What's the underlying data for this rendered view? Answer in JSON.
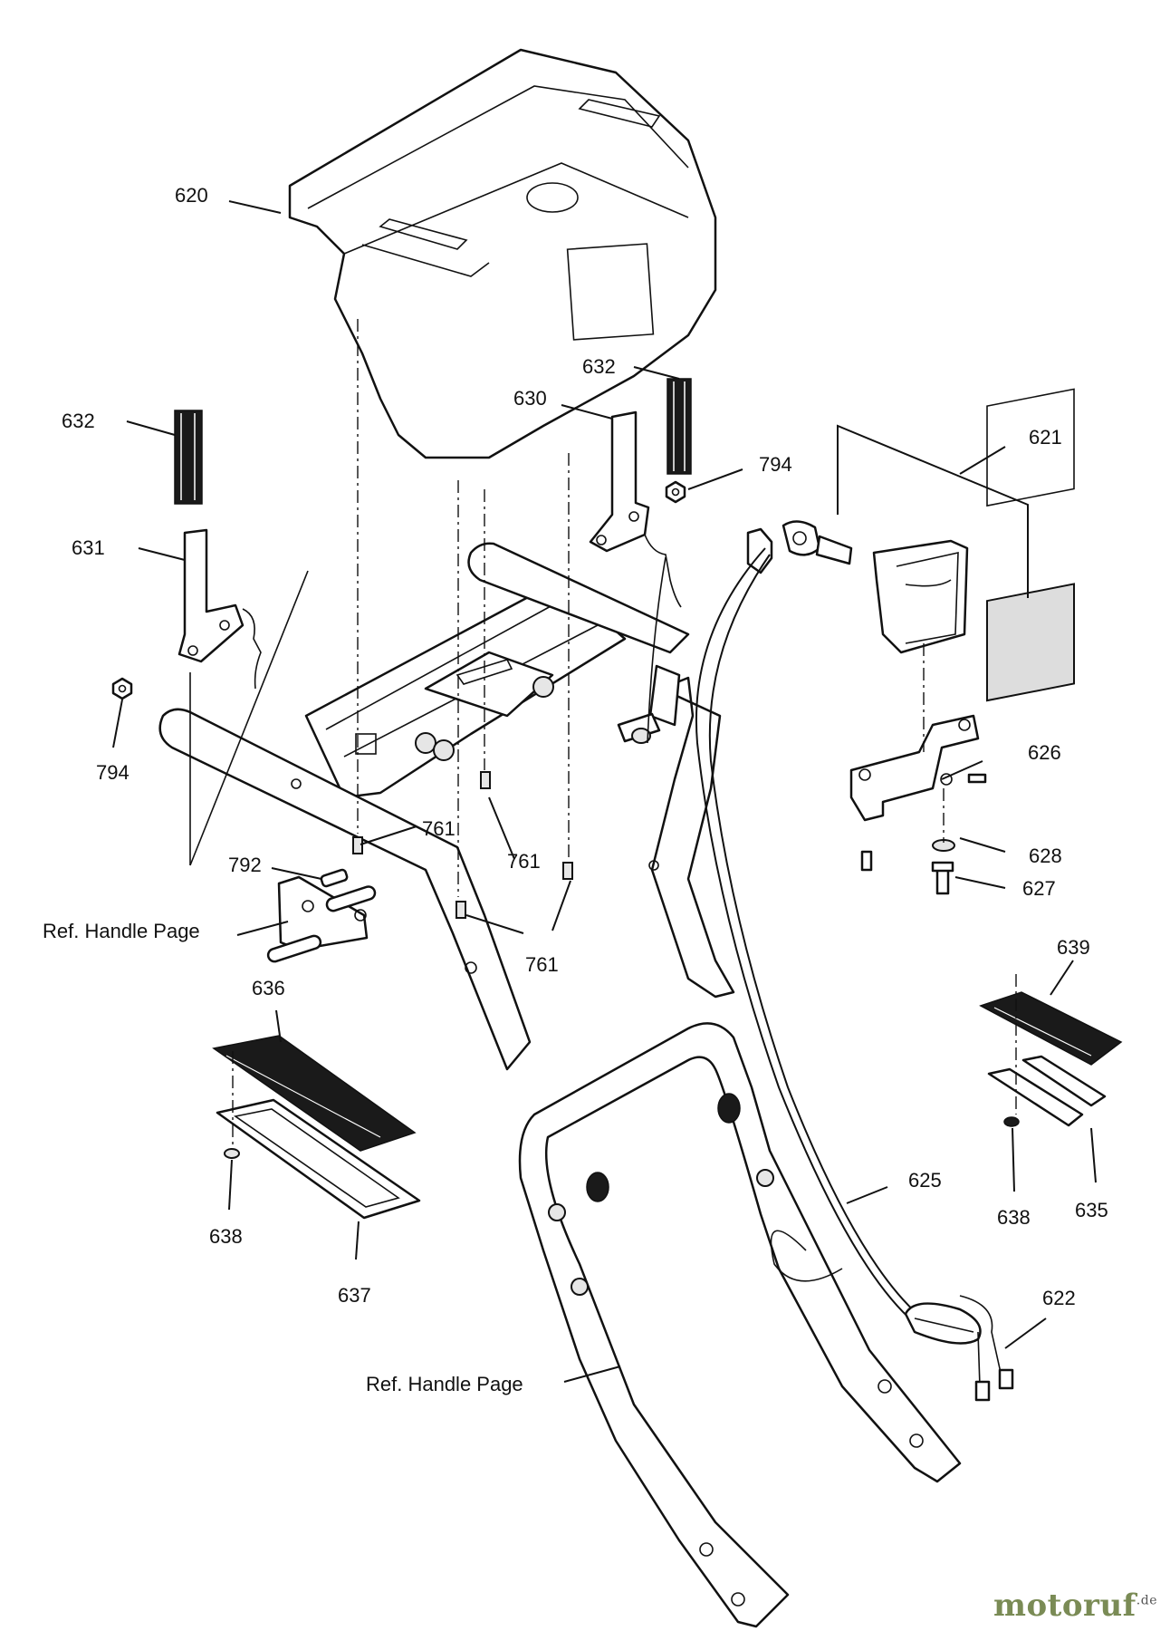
{
  "parts": {
    "p620": "620",
    "p632a": "632",
    "p632b": "632",
    "p630": "630",
    "p794a": "794",
    "p794b": "794",
    "p621": "621",
    "p631": "631",
    "p626": "626",
    "p628": "628",
    "p627": "627",
    "p792": "792",
    "p761a": "761",
    "p761b": "761",
    "p761c": "761",
    "p639": "639",
    "p636": "636",
    "p638a": "638",
    "p638b": "638",
    "p637": "637",
    "p635": "635",
    "p625": "625",
    "p622": "622"
  },
  "references": {
    "ref_upper": "Ref. Handle Page",
    "ref_lower": "Ref. Handle Page"
  },
  "watermark": {
    "brand": "motoruf",
    "tld": ".de"
  }
}
